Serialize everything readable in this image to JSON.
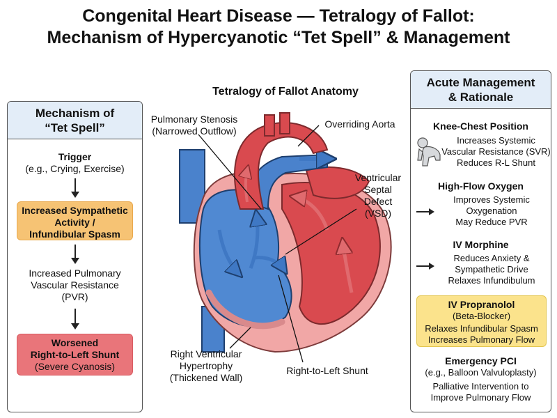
{
  "title": {
    "line1": "Congenital Heart Disease — Tetralogy of Fallot:",
    "line2": "Mechanism of Hypercyanotic “Tet Spell” & Management"
  },
  "mechanism": {
    "heading_line1": "Mechanism of",
    "heading_line2": "“Tet Spell”",
    "trigger_label": "Trigger",
    "trigger_detail": "(e.g., Crying, Exercise)",
    "step2_line1": "Increased Sympathetic",
    "step2_line2": "Activity /",
    "step2_line3": "Infundibular Spasm",
    "step3_line1": "Increased Pulmonary",
    "step3_line2": "Vascular Resistance",
    "step3_line3": "(PVR)",
    "step4_line1": "Worsened",
    "step4_line2": "Right-to-Left Shunt",
    "step4_line3": "(Severe Cyanosis)"
  },
  "anatomy": {
    "heading": "Tetralogy of Fallot Anatomy",
    "pulmonary_stenosis_line1": "Pulmonary Stenosis",
    "pulmonary_stenosis_line2": "(Narrowed Outflow)",
    "overriding_aorta": "Overriding Aorta",
    "vsd_line1": "Ventricular",
    "vsd_line2": "Septal",
    "vsd_line3": "Defect",
    "vsd_line4": "(VSD)",
    "rvh_line1": "Right Ventricular",
    "rvh_line2": "Hypertrophy",
    "rvh_line3": "(Thickened Wall)",
    "shunt": "Right-to-Left Shunt"
  },
  "management": {
    "heading_line1": "Acute Management",
    "heading_line2": "& Rationale",
    "items": [
      {
        "title": "Knee-Chest Position",
        "desc1": "Increases Systemic",
        "desc2": "Vascular Resistance (SVR)",
        "desc3": "Reduces R-L Shunt"
      },
      {
        "title": "High-Flow Oxygen",
        "desc1": "Improves Systemic",
        "desc2": "Oxygenation",
        "desc3": "May Reduce PVR"
      },
      {
        "title": "IV Morphine",
        "desc1": "Reduces Anxiety &",
        "desc2": "Sympathetic Drive",
        "desc3": "Relaxes Infundibulum"
      },
      {
        "title": "IV Propranolol",
        "subtitle": "(Beta-Blocker)",
        "desc1": "Relaxes Infundibular Spasm",
        "desc2": "Increases Pulmonary Flow"
      },
      {
        "title": "Emergency PCI",
        "subtitle": "(e.g., Balloon Valvuloplasty)",
        "desc1": "Palliative Intervention to",
        "desc2": "Improve Pulmonary Flow"
      }
    ]
  },
  "colors": {
    "oxygenated": "#d94a4f",
    "deoxygenated": "#3f78c4",
    "panel_header": "#e3edf8",
    "highlight_orange": "#f6c374",
    "highlight_red": "#e9757a",
    "highlight_yellow": "#fbe38c"
  }
}
